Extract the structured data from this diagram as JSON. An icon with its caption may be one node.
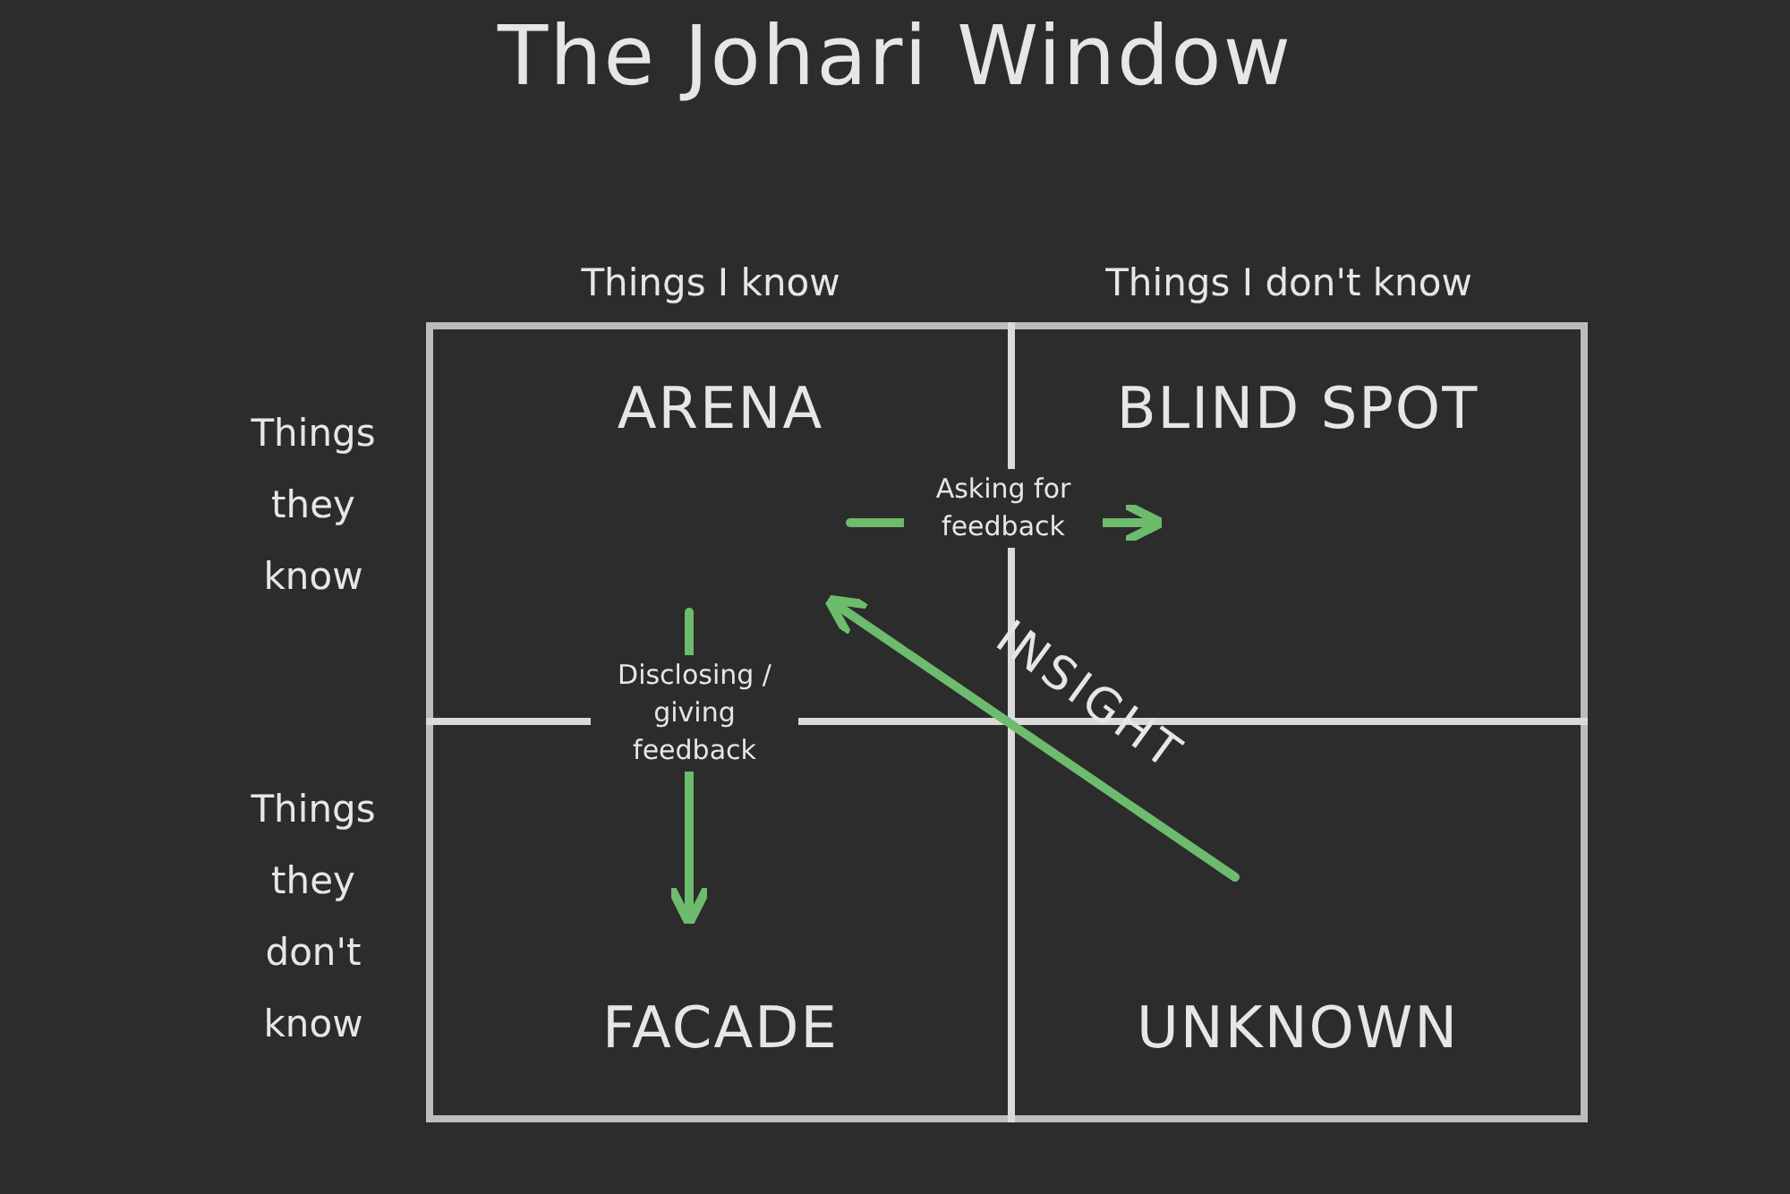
{
  "diagram": {
    "title": "The Johari Window",
    "nodes": [
      {
        "text": [
          "ARENA"
        ]
      },
      {
        "text": [
          "BLIND SPOT"
        ]
      },
      {
        "text": [
          "FACADE"
        ]
      },
      {
        "text": [
          "UNKNOWN"
        ]
      }
    ],
    "edges": [
      {
        "from": 0,
        "to": 1,
        "arrow": "to",
        "label": "Asking for feedback"
      },
      {
        "from": 0,
        "to": 2,
        "arrow": "to",
        "label": "Disclosing / giving feedback"
      },
      {
        "from": 3,
        "to": 0,
        "arrow": "to",
        "label": "INSIGHT"
      }
    ],
    "labels": [
      "Things I know",
      "Things I don't know",
      "Things they know",
      "Things they don't know"
    ]
  }
}
